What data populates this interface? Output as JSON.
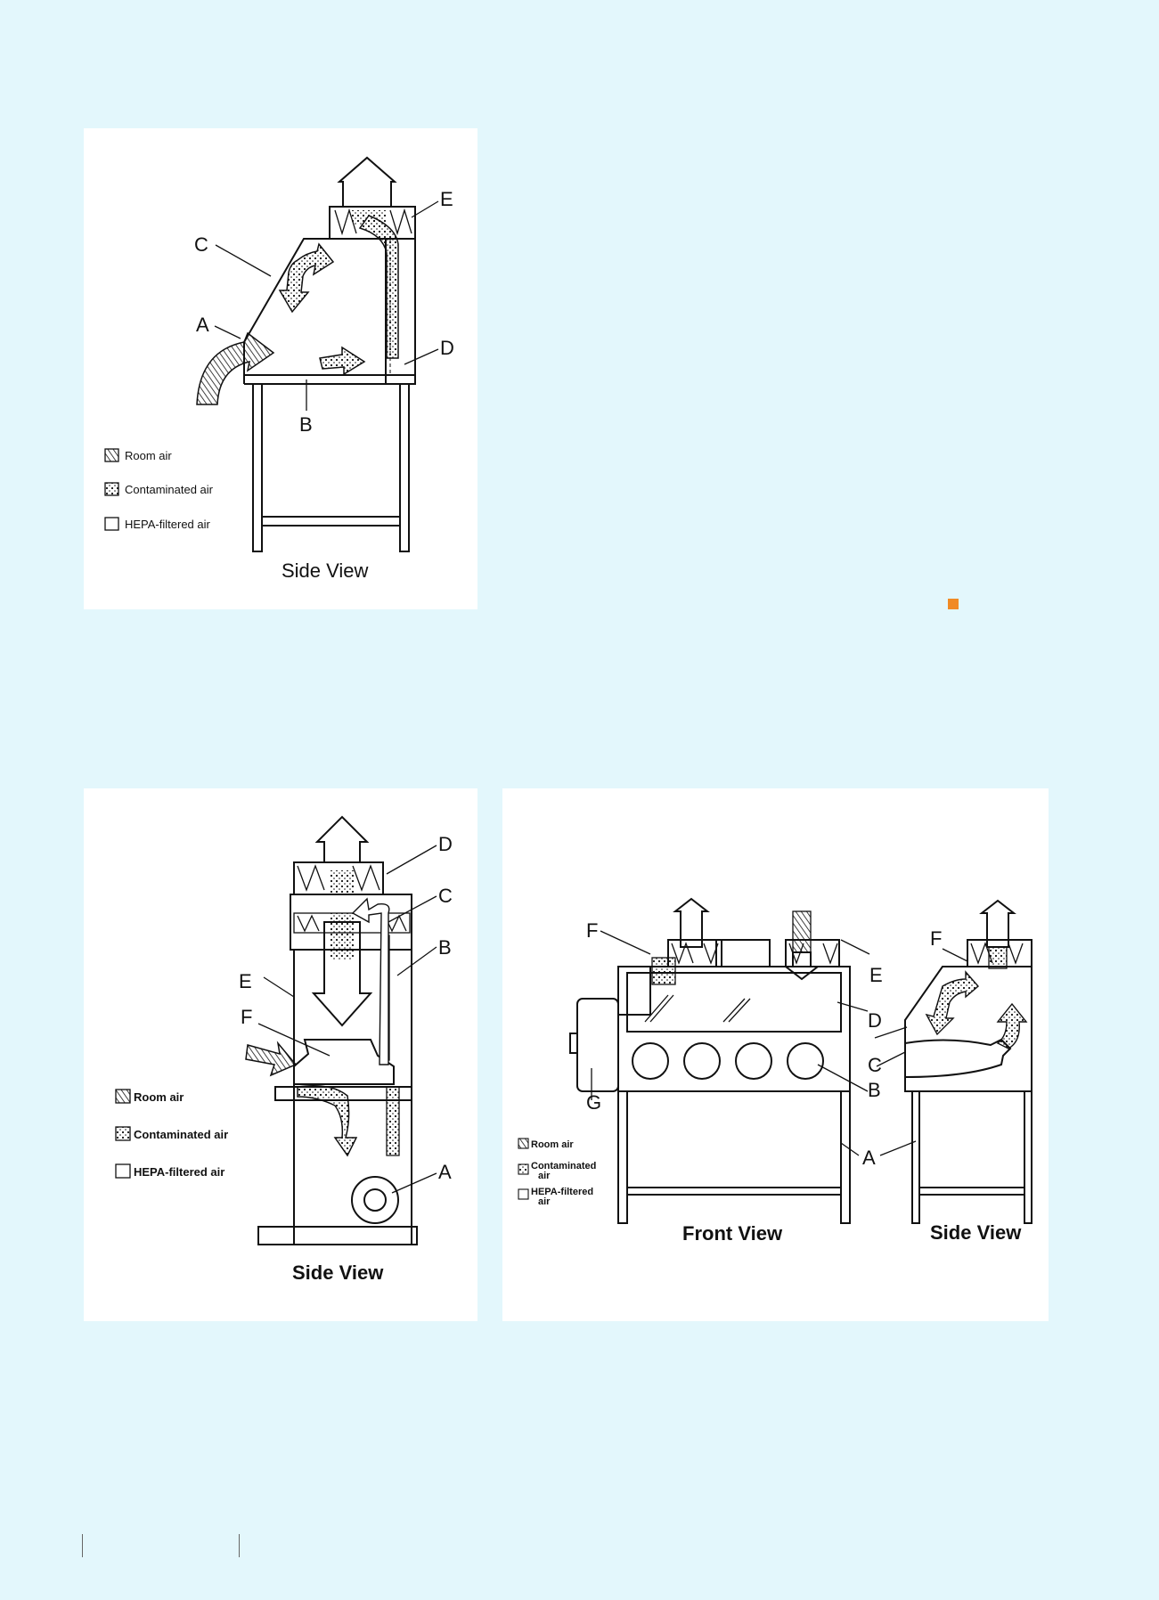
{
  "colors": {
    "page_bg": "#e3f7fc",
    "panel_bg": "#ffffff",
    "accent": "#f08a24"
  },
  "figures": [
    {
      "labels": {
        "a": "A",
        "b": "B",
        "c": "C",
        "d": "D",
        "e": "E"
      },
      "legend": {
        "room": "Room air",
        "contaminated": "Contaminated air",
        "hepa": "HEPA-filtered air"
      },
      "caption": "Side View"
    },
    {
      "labels": {
        "a": "A",
        "b": "B",
        "c": "C",
        "d": "D",
        "e": "E",
        "f": "F"
      },
      "legend": {
        "room": "Room air",
        "contaminated": "Contaminated air",
        "hepa": "HEPA-filtered air"
      },
      "caption": "Side View"
    },
    {
      "labels": {
        "a": "A",
        "b": "B",
        "c": "C",
        "d": "D",
        "e": "E",
        "f": "F",
        "g": "G"
      },
      "legend": {
        "room": "Room air",
        "contaminated_1": "Contaminated",
        "contaminated_2": "air",
        "hepa_1": "HEPA-filtered",
        "hepa_2": "air"
      },
      "captions": {
        "front": "Front View",
        "side": "Side View"
      }
    }
  ]
}
